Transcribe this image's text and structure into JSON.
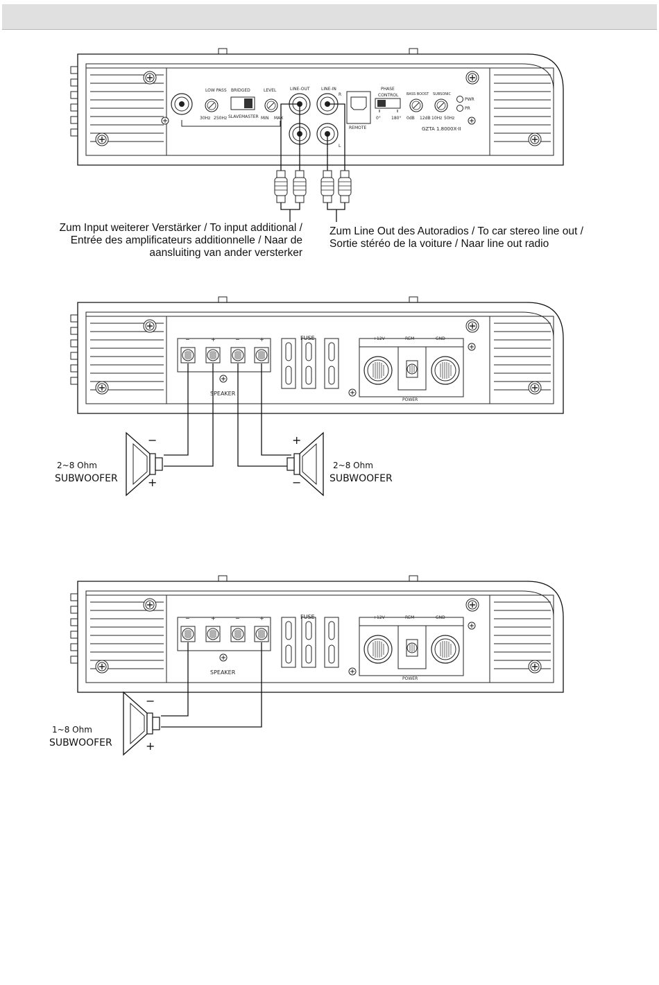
{
  "diagram1": {
    "panel": {
      "low_pass": "LOW PASS",
      "low_pass_min": "30Hz",
      "low_pass_max": "250Hz",
      "bridged": "BRIDGED",
      "slave": "SLAVE",
      "master": "MASTER",
      "level": "LEVEL",
      "level_min": "MIN",
      "level_max": "MAX",
      "line_out": "LINE-OUT",
      "line_in": "LINE-IN",
      "r": "R",
      "l": "L",
      "remote": "REMOTE",
      "phase": "PHASE",
      "control": "CONTROL",
      "phase_min": "0°",
      "phase_max": "180°",
      "bass_boost": "BASS BOOST",
      "bass_min": "0dB",
      "bass_max": "12dB",
      "subsonic": "SUBSONIC",
      "sub_min": "10Hz",
      "sub_max": "50Hz",
      "pwr": "PWR",
      "pr": "PR",
      "model": "GZTA 1.8000X-II"
    },
    "left_caption": [
      "Zum Input weiterer Verstärker / To input additional /",
      "Entrée des amplificateurs additionnelle / Naar de",
      "aansluiting van ander versterker"
    ],
    "right_caption": [
      "Zum Line Out des Autoradios / To car stereo line out /",
      "Sortie stéréo de la voiture / Naar line out radio"
    ]
  },
  "speaker_panel": {
    "terminals": [
      "−",
      "+",
      "−",
      "+"
    ],
    "speaker": "SPEAKER",
    "fuse": "FUSE",
    "plus12v": "+12V",
    "rem": "REM",
    "gnd": "GND",
    "power": "POWER"
  },
  "diagram2": {
    "left_sub": {
      "impedance": "2~8 Ohm",
      "label": "SUBWOOFER",
      "top": "−",
      "bottom": "+"
    },
    "right_sub": {
      "impedance": "2~8 Ohm",
      "label": "SUBWOOFER",
      "top": "+",
      "bottom": "−"
    }
  },
  "diagram3": {
    "sub": {
      "impedance": "1~8 Ohm",
      "label": "SUBWOOFER",
      "top": "−",
      "bottom": "+"
    }
  }
}
